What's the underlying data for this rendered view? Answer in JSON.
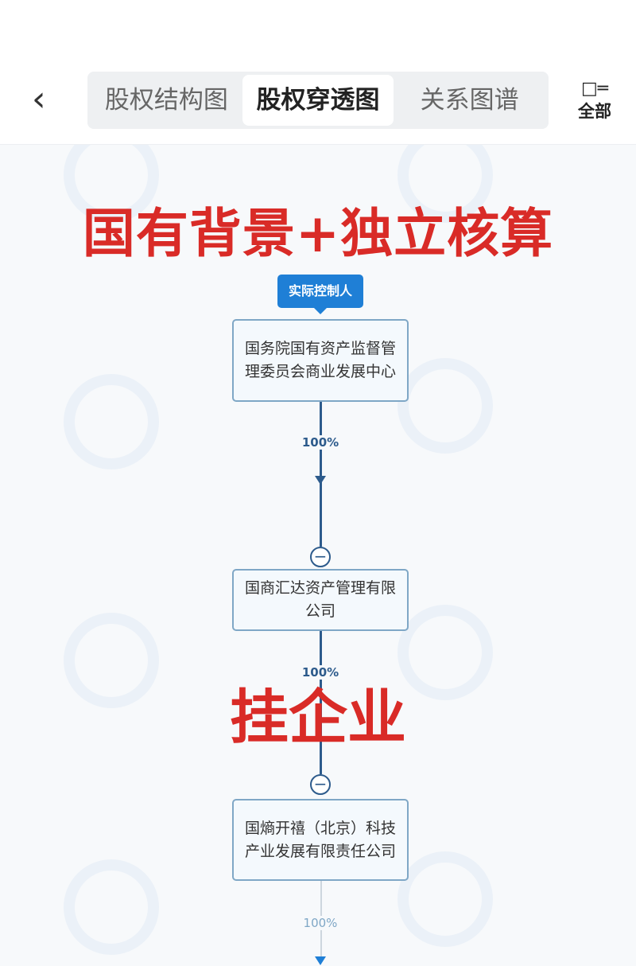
{
  "header": {
    "back_icon": "chevron-left-icon",
    "tabs": [
      {
        "label": "股权结构图",
        "active": false
      },
      {
        "label": "股权穿透图",
        "active": true
      },
      {
        "label": "关系图谱",
        "active": false
      }
    ],
    "all_icon": "list-icon",
    "all_label": "全部"
  },
  "overlay": {
    "headline": "国有背景+独立核算",
    "caption": "挂企业",
    "color": "#d92b27"
  },
  "chart": {
    "controller_badge": "实际控制人",
    "nodes": [
      {
        "name": "国务院国有资产监督管理委员会商业发展中心"
      },
      {
        "name": "国商汇达资产管理有限公司"
      },
      {
        "name": "国熵开禧（北京）科技产业发展有限责任公司"
      }
    ],
    "edges": [
      {
        "percent": "100%"
      },
      {
        "percent": "100%"
      },
      {
        "percent": "100%"
      }
    ],
    "accent": "#1f7fd6"
  }
}
